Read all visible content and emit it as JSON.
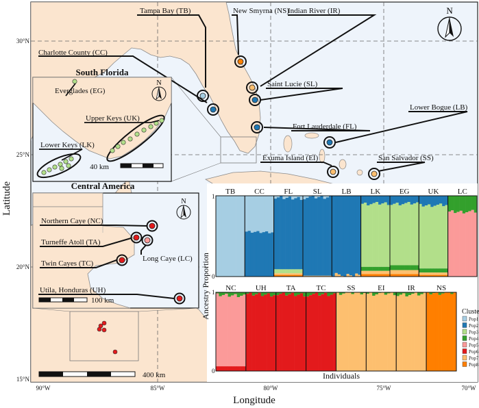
{
  "axes": {
    "xlabel": "Longitude",
    "ylabel": "Latitude",
    "x_ticks": [
      "90°W",
      "85°W",
      "80°W",
      "75°W",
      "70°W"
    ],
    "y_ticks": [
      "30°N",
      "25°N",
      "20°N",
      "15°N"
    ]
  },
  "north_arrow": "N",
  "insets": {
    "south_florida": {
      "title": "South Florida",
      "scale": "40 km"
    },
    "central_america": {
      "title": "Central America",
      "scale": "100 km"
    },
    "overview_scale": "400 km"
  },
  "sites": [
    {
      "code": "TB",
      "label": "Tampa Bay (TB)",
      "color": "#A6CEE3"
    },
    {
      "code": "NS",
      "label": "New Smyrna (NS)",
      "color": "#FF7F00"
    },
    {
      "code": "IR",
      "label": "Indian River (IR)",
      "color": "#FDBF6F"
    },
    {
      "code": "CC",
      "label": "Charlotte County (CC)",
      "color": "#1F78B4"
    },
    {
      "code": "SL",
      "label": "Saint Lucie (SL)",
      "color": "#1F78B4"
    },
    {
      "code": "FL",
      "label": "Fort Lauderdale (FL)",
      "color": "#1F78B4"
    },
    {
      "code": "LB",
      "label": "Lower Bogue (LB)",
      "color": "#1F78B4"
    },
    {
      "code": "EI",
      "label": "Exuma Island (EI)",
      "color": "#FDBF6F"
    },
    {
      "code": "SS",
      "label": "San Salvador (SS)",
      "color": "#FDBF6F"
    },
    {
      "code": "EG",
      "label": "Everglades (EG)",
      "color": "#B2DF8A"
    },
    {
      "code": "UK",
      "label": "Upper Keys (UK)",
      "color": "#B2DF8A"
    },
    {
      "code": "LK",
      "label": "Lower Keys (LK)",
      "color": "#B2DF8A"
    },
    {
      "code": "NC",
      "label": "Northern Caye (NC)",
      "color": "#E31A1C"
    },
    {
      "code": "TA",
      "label": "Turneffe Atoll (TA)",
      "color": "#E31A1C"
    },
    {
      "code": "TC",
      "label": "Twin Cayes (TC)",
      "color": "#E31A1C"
    },
    {
      "code": "LC",
      "label": "Long Caye (LC)",
      "color": "#FB9A99"
    },
    {
      "code": "UH",
      "label": "Utila, Honduras (UH)",
      "color": "#E31A1C"
    }
  ],
  "structure": {
    "ylabel": "Ancestry Proportion",
    "xlabel": "Individuals",
    "legend_title": "Cluster",
    "clusters": [
      {
        "name": "Pop1",
        "color": "#A6CEE3"
      },
      {
        "name": "Pop2",
        "color": "#1F78B4"
      },
      {
        "name": "Pop3",
        "color": "#B2DF8A"
      },
      {
        "name": "Pop4",
        "color": "#33A02C"
      },
      {
        "name": "Pop5",
        "color": "#FB9A99"
      },
      {
        "name": "Pop6",
        "color": "#E31A1C"
      },
      {
        "name": "Pop7",
        "color": "#FDBF6F"
      },
      {
        "name": "Pop8",
        "color": "#FF7F00"
      }
    ],
    "y_ticks": [
      "0",
      "1"
    ],
    "top_row": [
      {
        "code": "TB",
        "mix": [
          1.0,
          0,
          0,
          0,
          0,
          0,
          0,
          0
        ]
      },
      {
        "code": "CC",
        "mix": [
          0.45,
          0.55,
          0,
          0,
          0,
          0,
          0,
          0
        ]
      },
      {
        "code": "FL",
        "mix": [
          0.03,
          0.88,
          0.05,
          0,
          0,
          0,
          0.02,
          0.02
        ]
      },
      {
        "code": "SL",
        "mix": [
          0.02,
          0.97,
          0,
          0,
          0,
          0,
          0.01,
          0
        ]
      },
      {
        "code": "LB",
        "mix": [
          0,
          0.98,
          0,
          0,
          0,
          0,
          0.02,
          0
        ]
      },
      {
        "code": "LK",
        "mix": [
          0,
          0.1,
          0.78,
          0.05,
          0,
          0,
          0.04,
          0.03
        ]
      },
      {
        "code": "EG",
        "mix": [
          0,
          0.1,
          0.76,
          0.06,
          0,
          0,
          0.05,
          0.03
        ]
      },
      {
        "code": "UK",
        "mix": [
          0,
          0.12,
          0.78,
          0.05,
          0,
          0,
          0.03,
          0.02
        ]
      },
      {
        "code": "LC",
        "mix": [
          0,
          0,
          0,
          0.2,
          0.8,
          0,
          0,
          0
        ]
      }
    ],
    "bottom_row": [
      {
        "code": "NC",
        "mix": [
          0,
          0,
          0,
          0.04,
          0.9,
          0.06,
          0,
          0
        ]
      },
      {
        "code": "UH",
        "mix": [
          0,
          0,
          0,
          0.03,
          0,
          0.97,
          0,
          0
        ]
      },
      {
        "code": "TA",
        "mix": [
          0,
          0,
          0,
          0.03,
          0,
          0.97,
          0,
          0
        ]
      },
      {
        "code": "TC",
        "mix": [
          0,
          0,
          0,
          0.03,
          0,
          0.97,
          0,
          0
        ]
      },
      {
        "code": "SS",
        "mix": [
          0,
          0,
          0,
          0.01,
          0,
          0,
          0.99,
          0
        ]
      },
      {
        "code": "EI",
        "mix": [
          0,
          0,
          0,
          0.02,
          0,
          0,
          0.98,
          0
        ]
      },
      {
        "code": "IR",
        "mix": [
          0,
          0,
          0,
          0.03,
          0,
          0,
          0.97,
          0
        ]
      },
      {
        "code": "NS",
        "mix": [
          0,
          0,
          0,
          0.01,
          0,
          0,
          0,
          0.99
        ]
      }
    ]
  }
}
